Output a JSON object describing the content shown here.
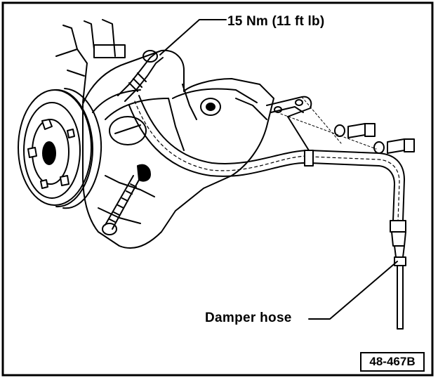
{
  "callouts": {
    "torque": "15 Nm (11 ft lb)",
    "damper_hose": "Damper hose"
  },
  "figure_id": "48-467B",
  "colors": {
    "ink": "#000000",
    "paper": "#ffffff"
  }
}
